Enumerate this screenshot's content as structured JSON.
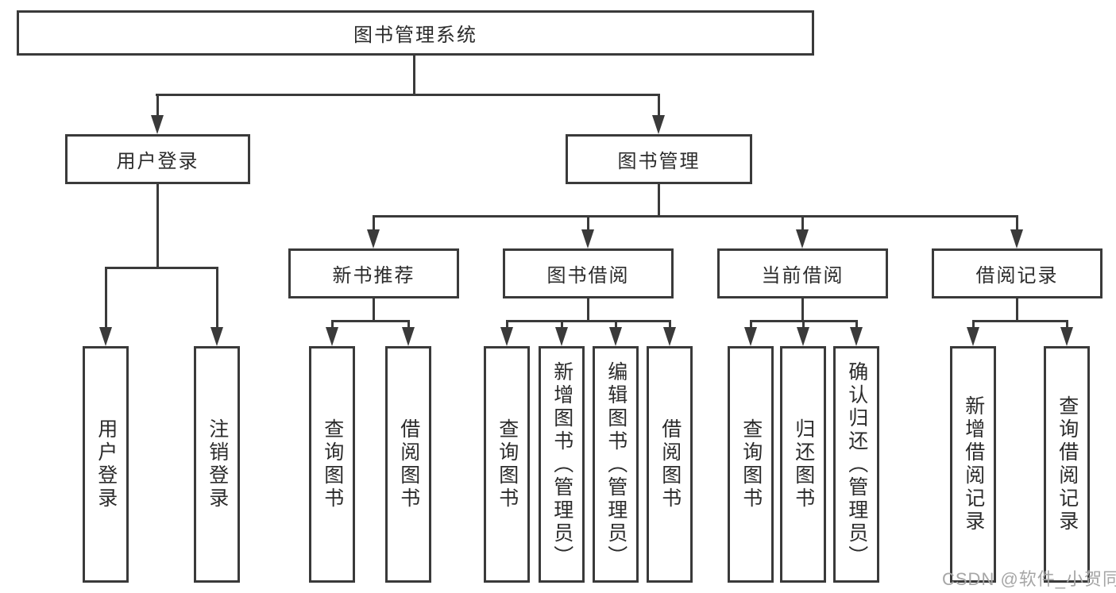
{
  "tree": {
    "root": {
      "label": "图书管理系统"
    },
    "level2": [
      {
        "label": "用户登录"
      },
      {
        "label": "图书管理"
      }
    ],
    "level3": [
      {
        "label": "新书推荐"
      },
      {
        "label": "图书借阅"
      },
      {
        "label": "当前借阅"
      },
      {
        "label": "借阅记录"
      }
    ],
    "leaves": [
      {
        "label": "用户登录"
      },
      {
        "label": "注销登录"
      },
      {
        "label": "查询图书"
      },
      {
        "label": "借阅图书"
      },
      {
        "label": "查询图书"
      },
      {
        "label": "新增图书（管理员）"
      },
      {
        "label": "编辑图书（管理员）"
      },
      {
        "label": "借阅图书"
      },
      {
        "label": "查询图书"
      },
      {
        "label": "归还图书"
      },
      {
        "label": "确认归还（管理员）"
      },
      {
        "label": "新增借阅记录"
      },
      {
        "label": "查询借阅记录"
      }
    ]
  },
  "watermark": {
    "text": "CSDN @软件_小贺同学"
  },
  "colors": {
    "line": "#3a3a3a",
    "text": "#2b2b2b",
    "watermark": "#a6a6a6",
    "background": "#ffffff"
  }
}
